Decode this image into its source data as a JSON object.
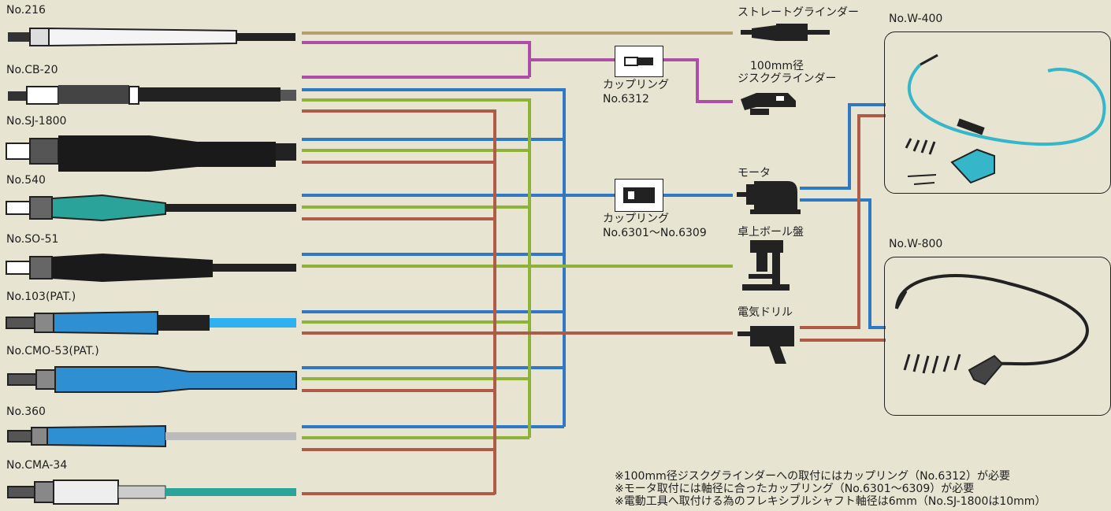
{
  "tools": [
    {
      "name": "No.216"
    },
    {
      "name": "No.CB-20"
    },
    {
      "name": "No.SJ-1800"
    },
    {
      "name": "No.540"
    },
    {
      "name": "No.SO-51"
    },
    {
      "name": "No.103(PAT.)"
    },
    {
      "name": "No.CMO-53(PAT.)"
    },
    {
      "name": "No.360"
    },
    {
      "name": "No.CMA-34"
    }
  ],
  "couplings": [
    {
      "label": "カップリング",
      "model": "No.6312"
    },
    {
      "label": "カップリング",
      "model": "No.6301～No.6309"
    }
  ],
  "devices": {
    "straight_grinder": "ストレートグラインダー",
    "disc_grinder_line1": "100mm径",
    "disc_grinder_line2": "ジスクグラインダー",
    "motor": "モータ",
    "drill_press": "卓上ボール盤",
    "electric_drill": "電気ドリル"
  },
  "sets": [
    {
      "name": "No.W-400"
    },
    {
      "name": "No.W-800"
    }
  ],
  "notes": [
    "※100mm径ジスクグラインダーへの取付にはカップリング（No.6312）が必要",
    "※モータ取付には軸径に合ったカップリング（No.6301～6309）が必要",
    "※電動工具へ取付ける為のフレキシブルシャフト軸径は6mm（No.SJ-1800は10mm）"
  ],
  "colors": {
    "background": "#e7e4d1",
    "olive_line": "#b3a06a",
    "purple_line": "#ad4fa6",
    "blue_line": "#2f79c4",
    "green_line": "#8fb23a",
    "brown_line": "#b05a48",
    "teal_handle": "#2aa39a",
    "blue_handle": "#2e8fd2"
  }
}
